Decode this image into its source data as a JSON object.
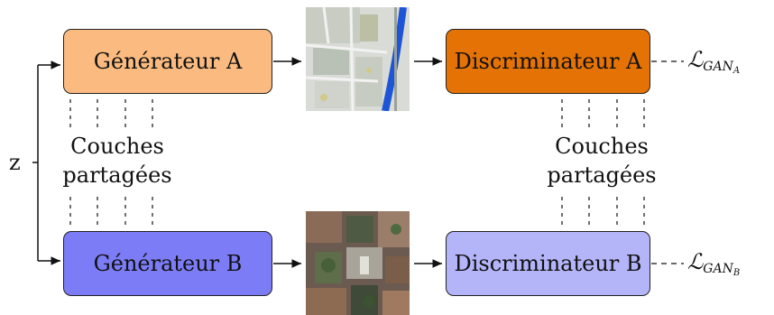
{
  "z_label": "z",
  "generator_a": {
    "label": "Générateur A",
    "color": "#FBBB80"
  },
  "generator_b": {
    "label": "Générateur B",
    "color": "#7C7CF6"
  },
  "discriminator_a": {
    "label": "Discriminateur A",
    "color": "#E47204"
  },
  "discriminator_b": {
    "label": "Discriminateur B",
    "color": "#B4B4F8"
  },
  "shared_left": {
    "line1": "Couches",
    "line2": "partagées"
  },
  "shared_right": {
    "line1": "Couches",
    "line2": "partagées"
  },
  "loss_a": {
    "base": "ℒ",
    "sub": "GAN",
    "subsub": "A"
  },
  "loss_b": {
    "base": "ℒ",
    "sub": "GAN",
    "subsub": "B"
  },
  "image_a": {
    "description_icon": "map-tile-icon"
  },
  "image_b": {
    "description_icon": "aerial-photo-icon"
  }
}
